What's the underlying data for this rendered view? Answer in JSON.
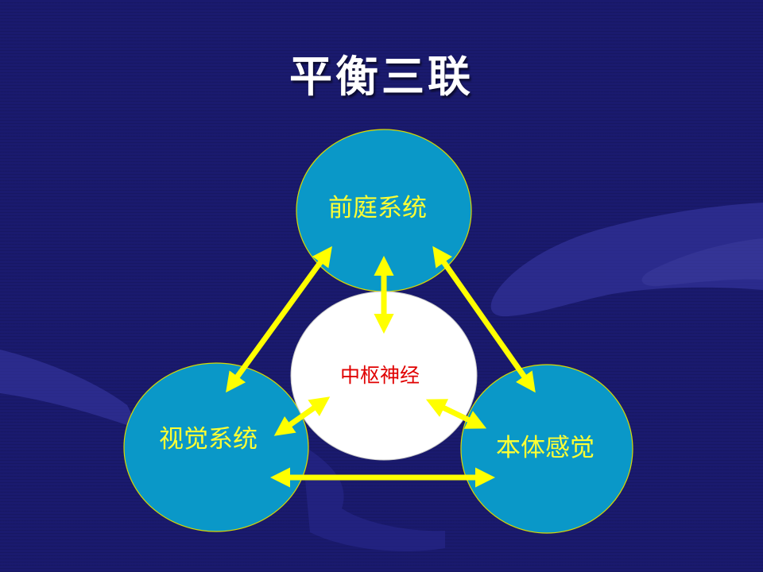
{
  "title": "平衡三联",
  "nodes": {
    "vestibular": "前庭系统",
    "central": "中枢神经",
    "visual": "视觉系统",
    "proprioception": "本体感觉"
  },
  "colors": {
    "background": "#1a1a6e",
    "circle_fill": "#0a98c8",
    "center_fill": "#ffffff",
    "arrow": "#ffff00",
    "label_outer": "#ffff33",
    "label_center": "#e00000",
    "title": "#ffffff"
  }
}
